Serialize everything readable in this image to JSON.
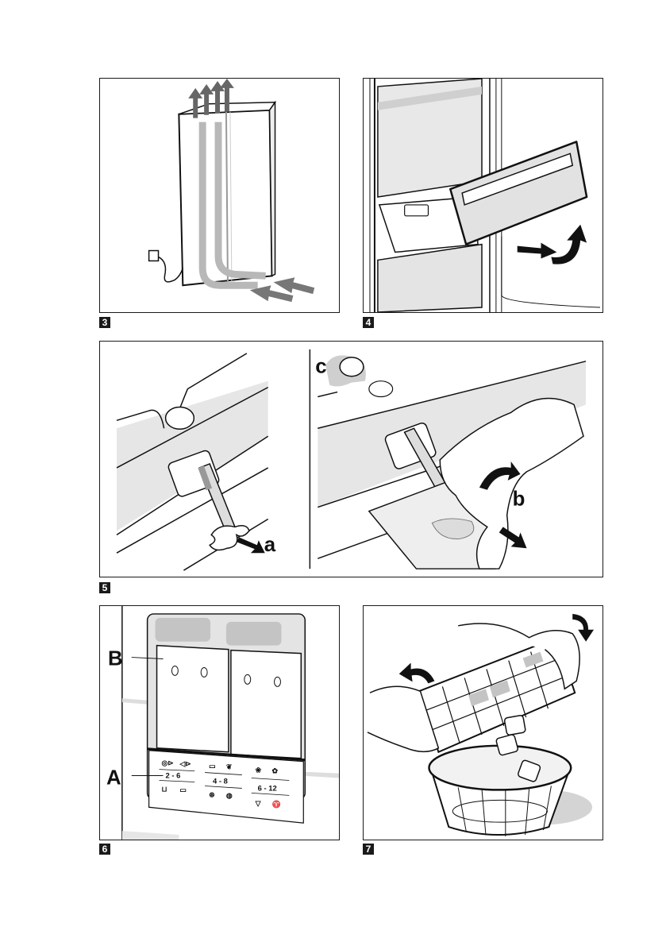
{
  "figures": [
    {
      "number": "3",
      "description": "Air circulation around free-standing appliance",
      "icons": [
        "power-socket-icon",
        "airflow-arrow-icon"
      ]
    },
    {
      "number": "4",
      "description": "Removing freezer drawer",
      "icons": [
        "pull-arrow-icon",
        "lift-arrow-icon"
      ]
    },
    {
      "number": "5",
      "description": "Defrost water drain",
      "callouts": {
        "a": "a",
        "b": "b",
        "c": "c"
      }
    },
    {
      "number": "6",
      "description": "Freezer control panel with storage table",
      "callouts": {
        "A": "A",
        "B": "B"
      },
      "storage_table": {
        "columns": [
          {
            "range": "2 - 6",
            "top_icons": [
              "fatty-fish-icon",
              "fish-icon"
            ],
            "bottom_icons": [
              "cake-icon",
              "casserole-icon"
            ]
          },
          {
            "range": "4 - 8",
            "top_icons": [
              "bread-icon",
              "fruit-icon"
            ],
            "bottom_icons": [
              "poultry-icon",
              "vegetables-icon"
            ]
          },
          {
            "range": "6 - 12",
            "top_icons": [
              "vegetable-mix-icon",
              "berries-icon"
            ],
            "bottom_icons": [
              "beef-icon",
              "game-icon"
            ]
          }
        ]
      }
    },
    {
      "number": "7",
      "description": "Releasing ice cubes from ice tray into bowl",
      "icons": [
        "twist-arrow-left-icon",
        "twist-arrow-right-icon"
      ]
    }
  ]
}
